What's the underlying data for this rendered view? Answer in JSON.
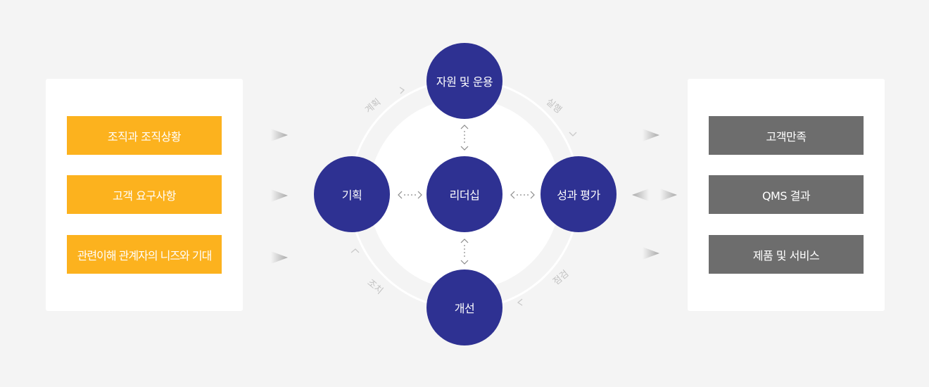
{
  "left_panel": {
    "items": [
      {
        "label": "조직과 조직상황"
      },
      {
        "label": "고객 요구사항"
      },
      {
        "label": "관련이해 관계자의 니즈와 기대"
      }
    ]
  },
  "cycle": {
    "top": "자원 및 운용",
    "left": "기획",
    "center": "리더십",
    "right": "성과 평가",
    "bottom": "개선",
    "arc_labels": {
      "plan": "계획",
      "do": "실행",
      "check": "점검",
      "act": "조치"
    }
  },
  "right_panel": {
    "items": [
      {
        "label": "고객만족"
      },
      {
        "label": "QMS 결과"
      },
      {
        "label": "제품 및 서비스"
      }
    ]
  },
  "colors": {
    "node": "#2e3192",
    "orange": "#fcb21e",
    "gray": "#6d6d6d",
    "background": "#f4f4f4"
  }
}
